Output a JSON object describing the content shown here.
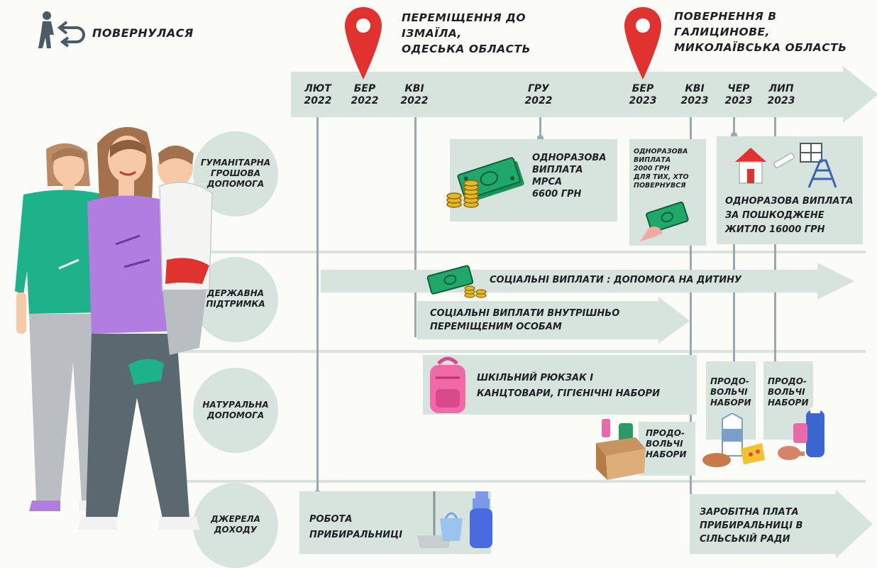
{
  "header": {
    "status_label": "ПОВЕРНУЛАСЯ",
    "event1": "ПЕРЕМІЩЕННЯ ДО\nІЗМАЇЛА,\nОДЕСЬКА ОБЛАСТЬ",
    "event2": "ПОВЕРНЕННЯ В\nГАЛИЦИНОВЕ,\nМИКОЛАЇВСЬКА ОБЛАСТЬ"
  },
  "dates": [
    "ЛЮТ\n2022",
    "БЕР\n2022",
    "КВІ\n2022",
    "ГРУ\n2022",
    "БЕР\n2023",
    "КВІ\n2023",
    "ЧЕР\n2023",
    "ЛИП\n2023"
  ],
  "rows": [
    "ГУМАНІТАРНА\nГРОШОВА\nДОПОМОГА",
    "ДЕРЖАВНА\nПІДТРИМКА",
    "НАТУРАЛЬНА\nДОПОМОГА",
    "ДЖЕРЕЛА\nДОХОДУ"
  ],
  "humanitarian": {
    "mpca": "ОДНОРАЗОВА\nВИПЛАТА\nМРСА\n6600 ГРН",
    "return_payment": "ОДНОРАЗОВА\nВИПЛАТА\n2000 ГРН\nДЛЯ ТИХ, ХТО\nПОВЕРНУВСЯ",
    "housing": "ОДНОРАЗОВА ВИПЛАТА\nЗА ПОШКОДЖЕНЕ\nЖИТЛО  16000 ГРН"
  },
  "state": {
    "child": "СОЦІАЛЬНІ ВИПЛАТИ : ДОПОМОГА НА ДИТИНУ",
    "idp": "СОЦІАЛЬНІ ВИПЛАТИ ВНУТРІШНЬО\nПЕРЕМІЩЕНИМ ОСОБАМ"
  },
  "inkind": {
    "school": "ШКІЛЬНИЙ РЮКЗАК І\nКАНЦТОВАРИ, ГІГІЄНІЧНІ НАБОРИ",
    "food1": "ПРОДО-\nВОЛЬЧІ\nНАБОРИ",
    "food2": "ПРОДО-\nВОЛЬЧІ\nНАБОРИ",
    "food3": "ПРОДО-\nВОЛЬЧІ\nНАБОРИ"
  },
  "income": {
    "cleaner": "РОБОТА\nПРИБИРАЛЬНИЦІ",
    "council": "ЗАРОБІТНА ПЛАТА\nПРИБИРАЛЬНИЦІ В\nСІЛЬСЬКІЙ РАДИ"
  },
  "colors": {
    "panel": "#d7e3dd",
    "pin": "#e0322e",
    "money": "#20a86b",
    "sweater": "#b07ee0",
    "teal": "#1db28a"
  }
}
